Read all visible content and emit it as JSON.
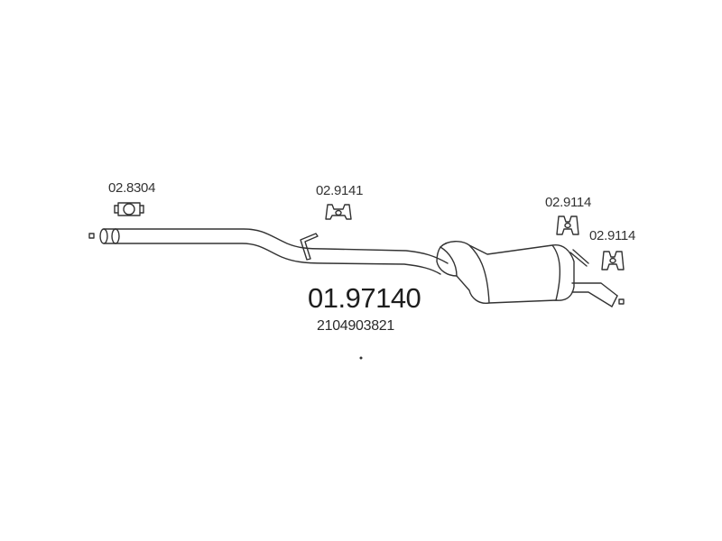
{
  "diagram": {
    "main_part_number": "01.97140",
    "reference_number": "2104903821",
    "components": [
      {
        "label": "02.8304",
        "kind": "clamp"
      },
      {
        "label": "02.9141",
        "kind": "hanger"
      },
      {
        "label": "02.9114",
        "kind": "hanger"
      },
      {
        "label": "02.9114",
        "kind": "hanger"
      }
    ],
    "colors": {
      "line": "#333333",
      "text": "#333333",
      "background": "#ffffff"
    }
  }
}
